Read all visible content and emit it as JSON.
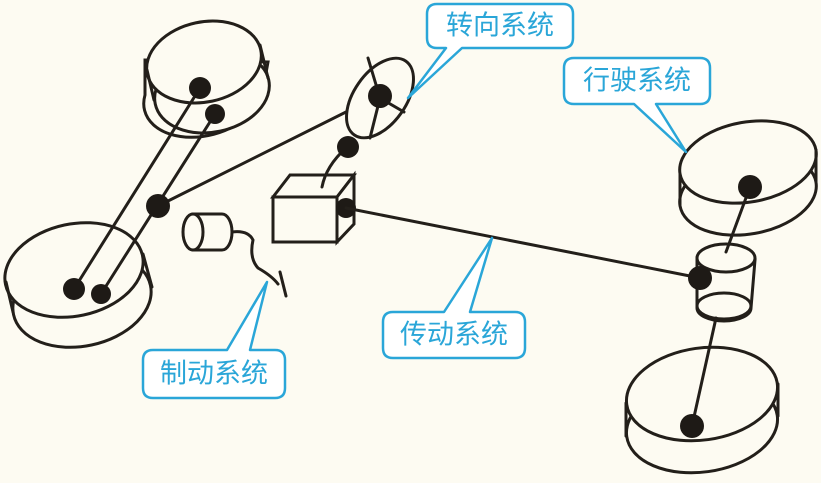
{
  "labels": {
    "steering": "转向系统",
    "running": "行驶系统",
    "transmission": "传动系统",
    "braking": "制动系统"
  },
  "colors": {
    "line": "#231f1a",
    "callout": "#2aa6d8",
    "background": "#fdfbf2"
  }
}
